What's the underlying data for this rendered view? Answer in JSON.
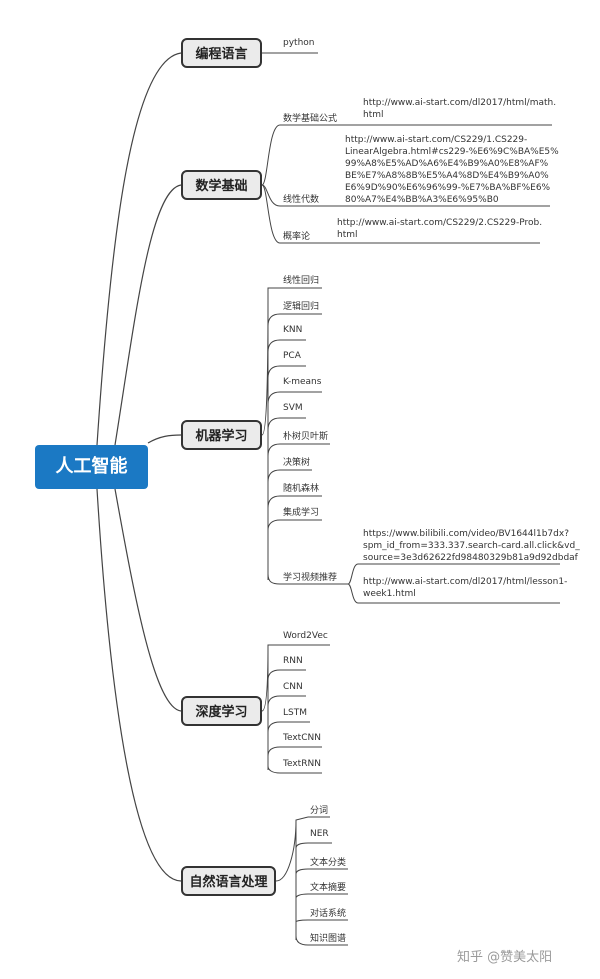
{
  "root": "人工智能",
  "branches": {
    "programming": {
      "label": "编程语言",
      "items": [
        "python"
      ]
    },
    "math": {
      "label": "数学基础",
      "items": [
        {
          "label": "数学基础公式",
          "url": "http://www.ai-start.com/dl2017/html/math.\nhtml"
        },
        {
          "label": "线性代数",
          "url": "http://www.ai-start.com/CS229/1.CS229-\nLinearAlgebra.html#cs229-%E6%9C%BA%E5%\n99%A8%E5%AD%A6%E4%B9%A0%E8%AF%\nBE%E7%A8%8B%E5%A4%8D%E4%B9%A0%\nE6%9D%90%E6%96%99-%E7%BA%BF%E6%\n80%A7%E4%BB%A3%E6%95%B0"
        },
        {
          "label": "概率论",
          "url": "http://www.ai-start.com/CS229/2.CS229-Prob.\nhtml"
        }
      ]
    },
    "ml": {
      "label": "机器学习",
      "items": [
        "线性回归",
        "逻辑回归",
        "KNN",
        "PCA",
        "K-means",
        "SVM",
        "朴树贝叶斯",
        "决策树",
        "随机森林",
        "集成学习"
      ],
      "video": {
        "label": "学习视频推荐",
        "urls": [
          "https://www.bilibili.com/video/BV1644l1b7dx?\nspm_id_from=333.337.search-card.all.click&vd_\nsource=3e3d62622fd98480329b81a9d92dbdaf",
          "http://www.ai-start.com/dl2017/html/lesson1-\nweek1.html"
        ]
      }
    },
    "dl": {
      "label": "深度学习",
      "items": [
        "Word2Vec",
        "RNN",
        "CNN",
        "LSTM",
        "TextCNN",
        "TextRNN"
      ]
    },
    "nlp": {
      "label": "自然语言处理",
      "items": [
        "分词",
        "NER",
        "文本分类",
        "文本摘要",
        "对话系统",
        "知识图谱"
      ]
    }
  },
  "watermark": "知乎 @赞美太阳",
  "colors": {
    "root": "#1b79c4",
    "branch_bg": "#ebebeb",
    "line": "#333333"
  }
}
